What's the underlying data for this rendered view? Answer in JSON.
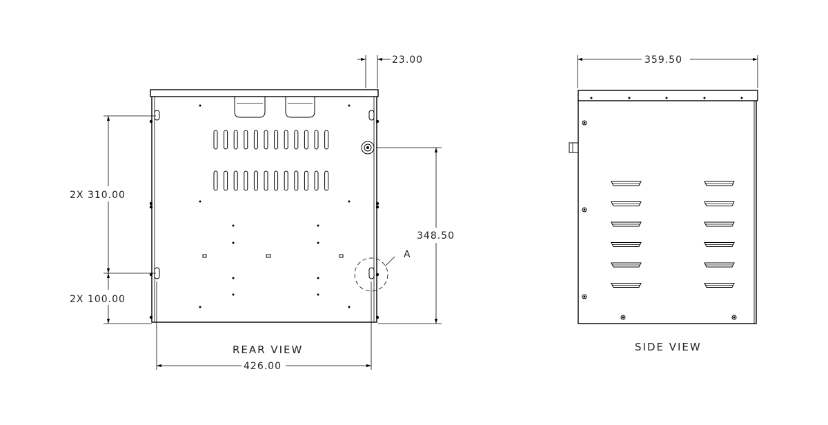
{
  "rear_view": {
    "title": "REAR VIEW",
    "dim_width": "426.00",
    "dim_offset": "23.00",
    "dim_hole_spacing": "2X 310.00",
    "dim_hole_bottom": "2X 100.00",
    "dim_height": "348.50",
    "detail_label": "A"
  },
  "side_view": {
    "title": "SIDE VIEW",
    "dim_depth": "359.50"
  }
}
